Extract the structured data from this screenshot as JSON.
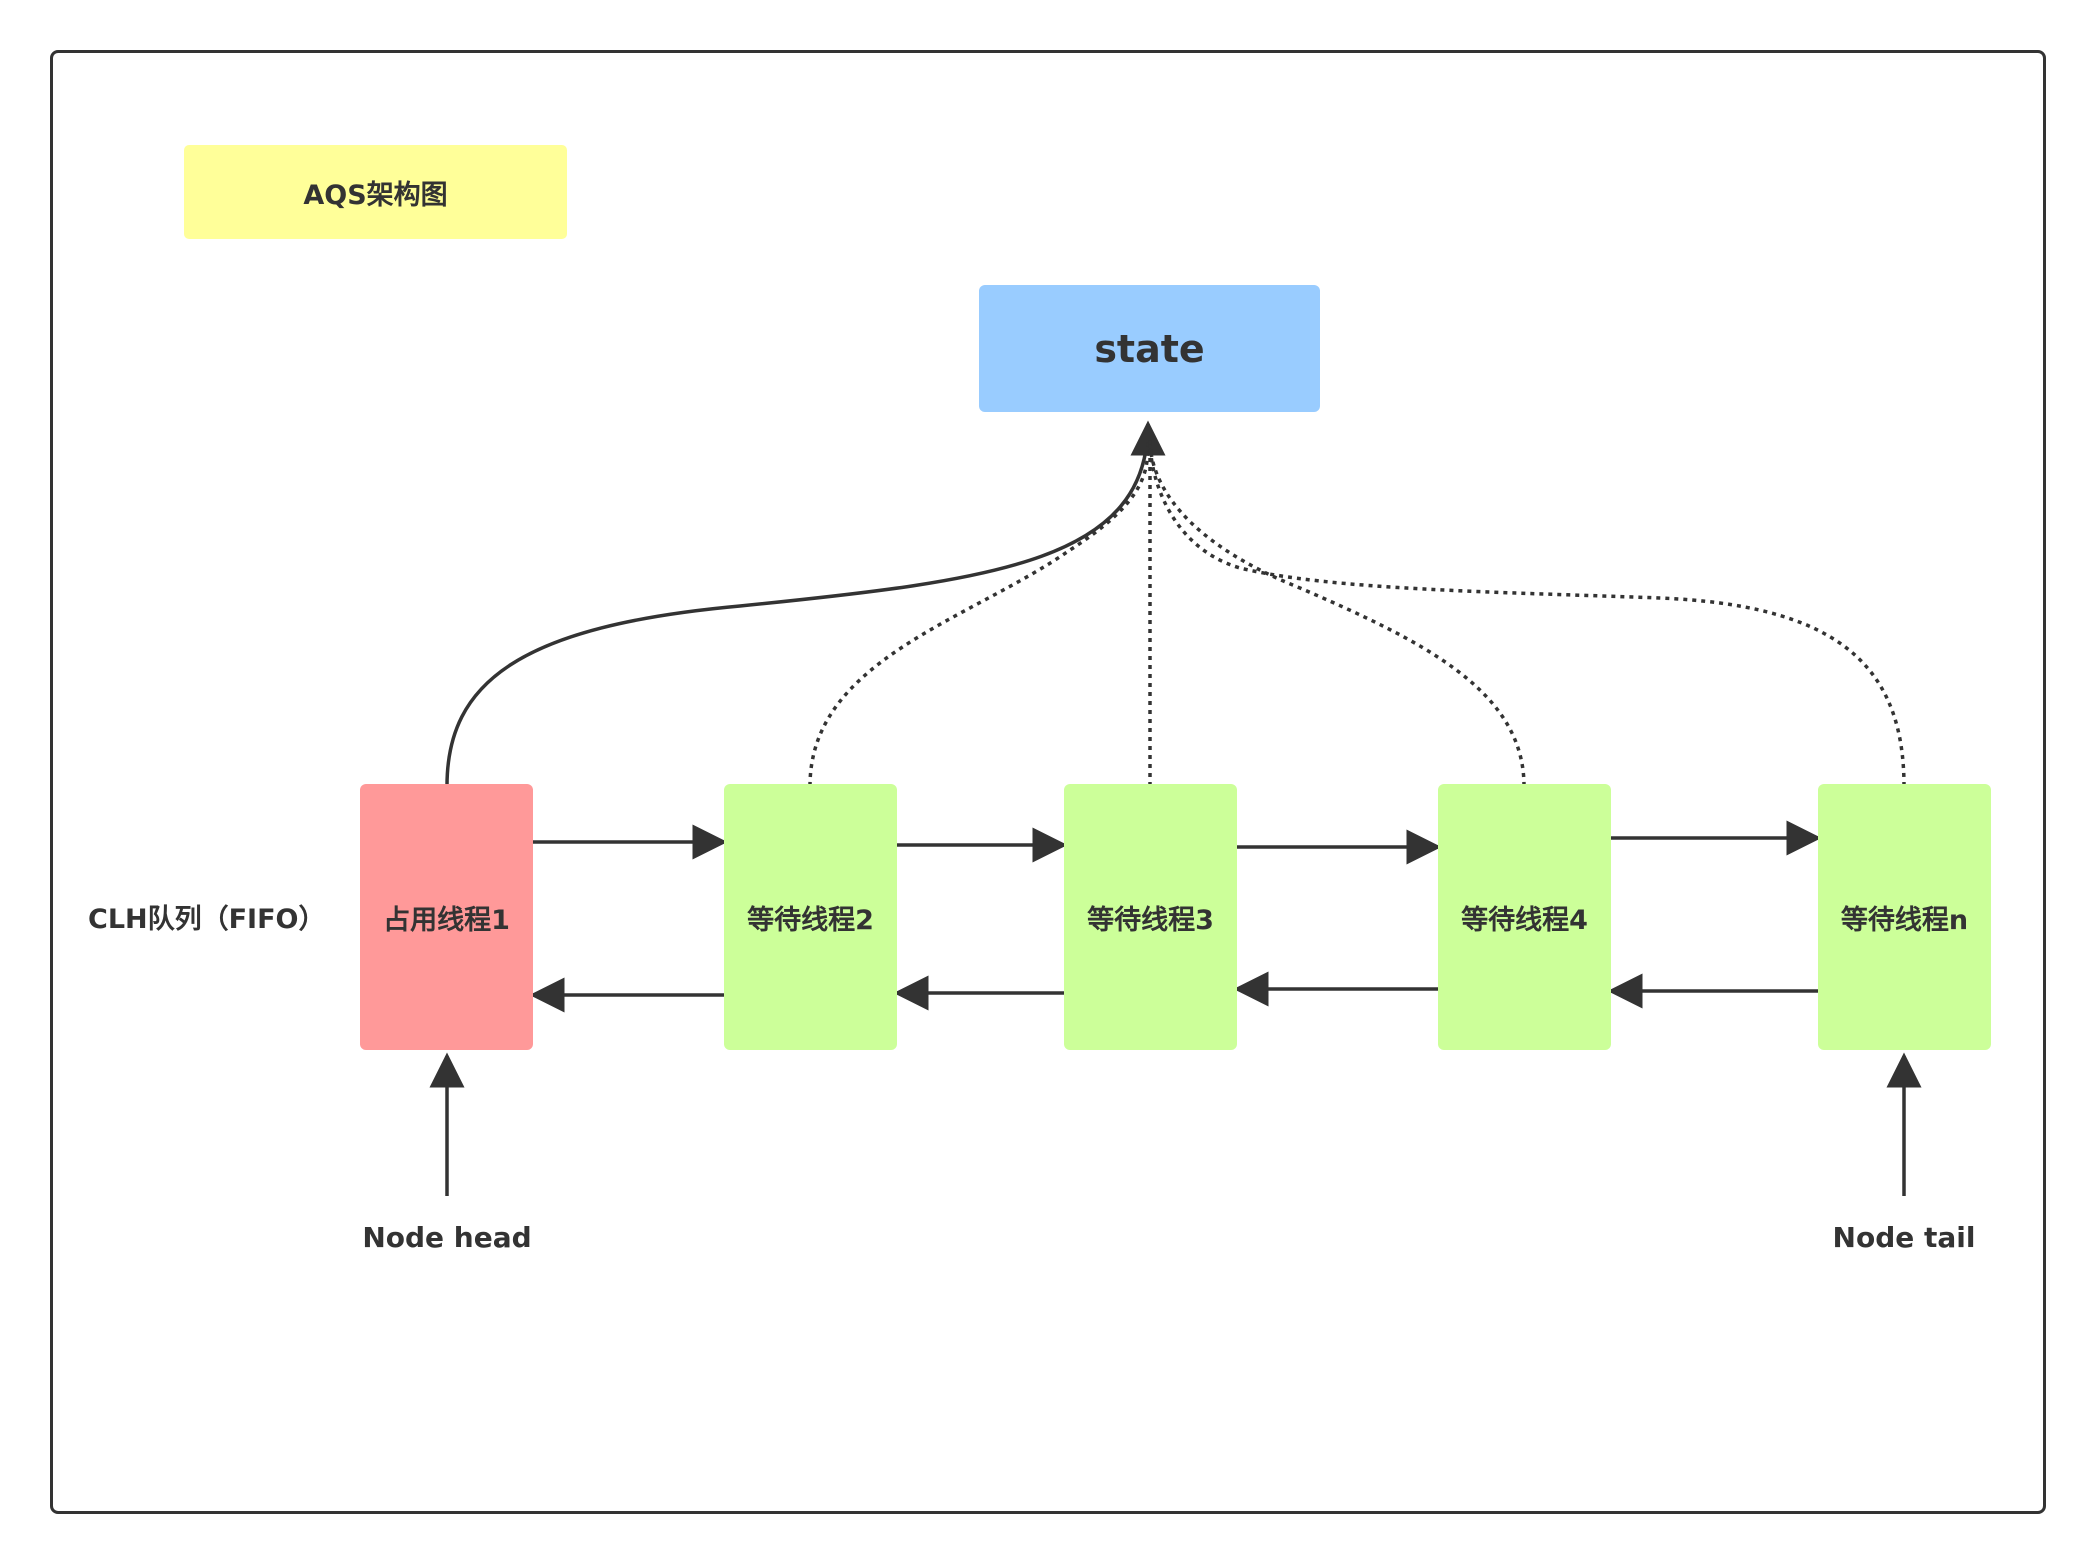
{
  "title": "AQS架构图",
  "state_label": "state",
  "queue_label": "CLH队列（FIFO）",
  "nodes": [
    {
      "label": "占用线程1",
      "status": "holding"
    },
    {
      "label": "等待线程2",
      "status": "waiting"
    },
    {
      "label": "等待线程3",
      "status": "waiting"
    },
    {
      "label": "等待线程4",
      "status": "waiting"
    },
    {
      "label": "等待线程n",
      "status": "waiting"
    }
  ],
  "head_label": "Node head",
  "tail_label": "Node tail",
  "colors": {
    "title_bg": "#ffff99",
    "state_bg": "#99ccff",
    "holding_bg": "#ff9999",
    "waiting_bg": "#ccff99",
    "line": "#333333"
  }
}
